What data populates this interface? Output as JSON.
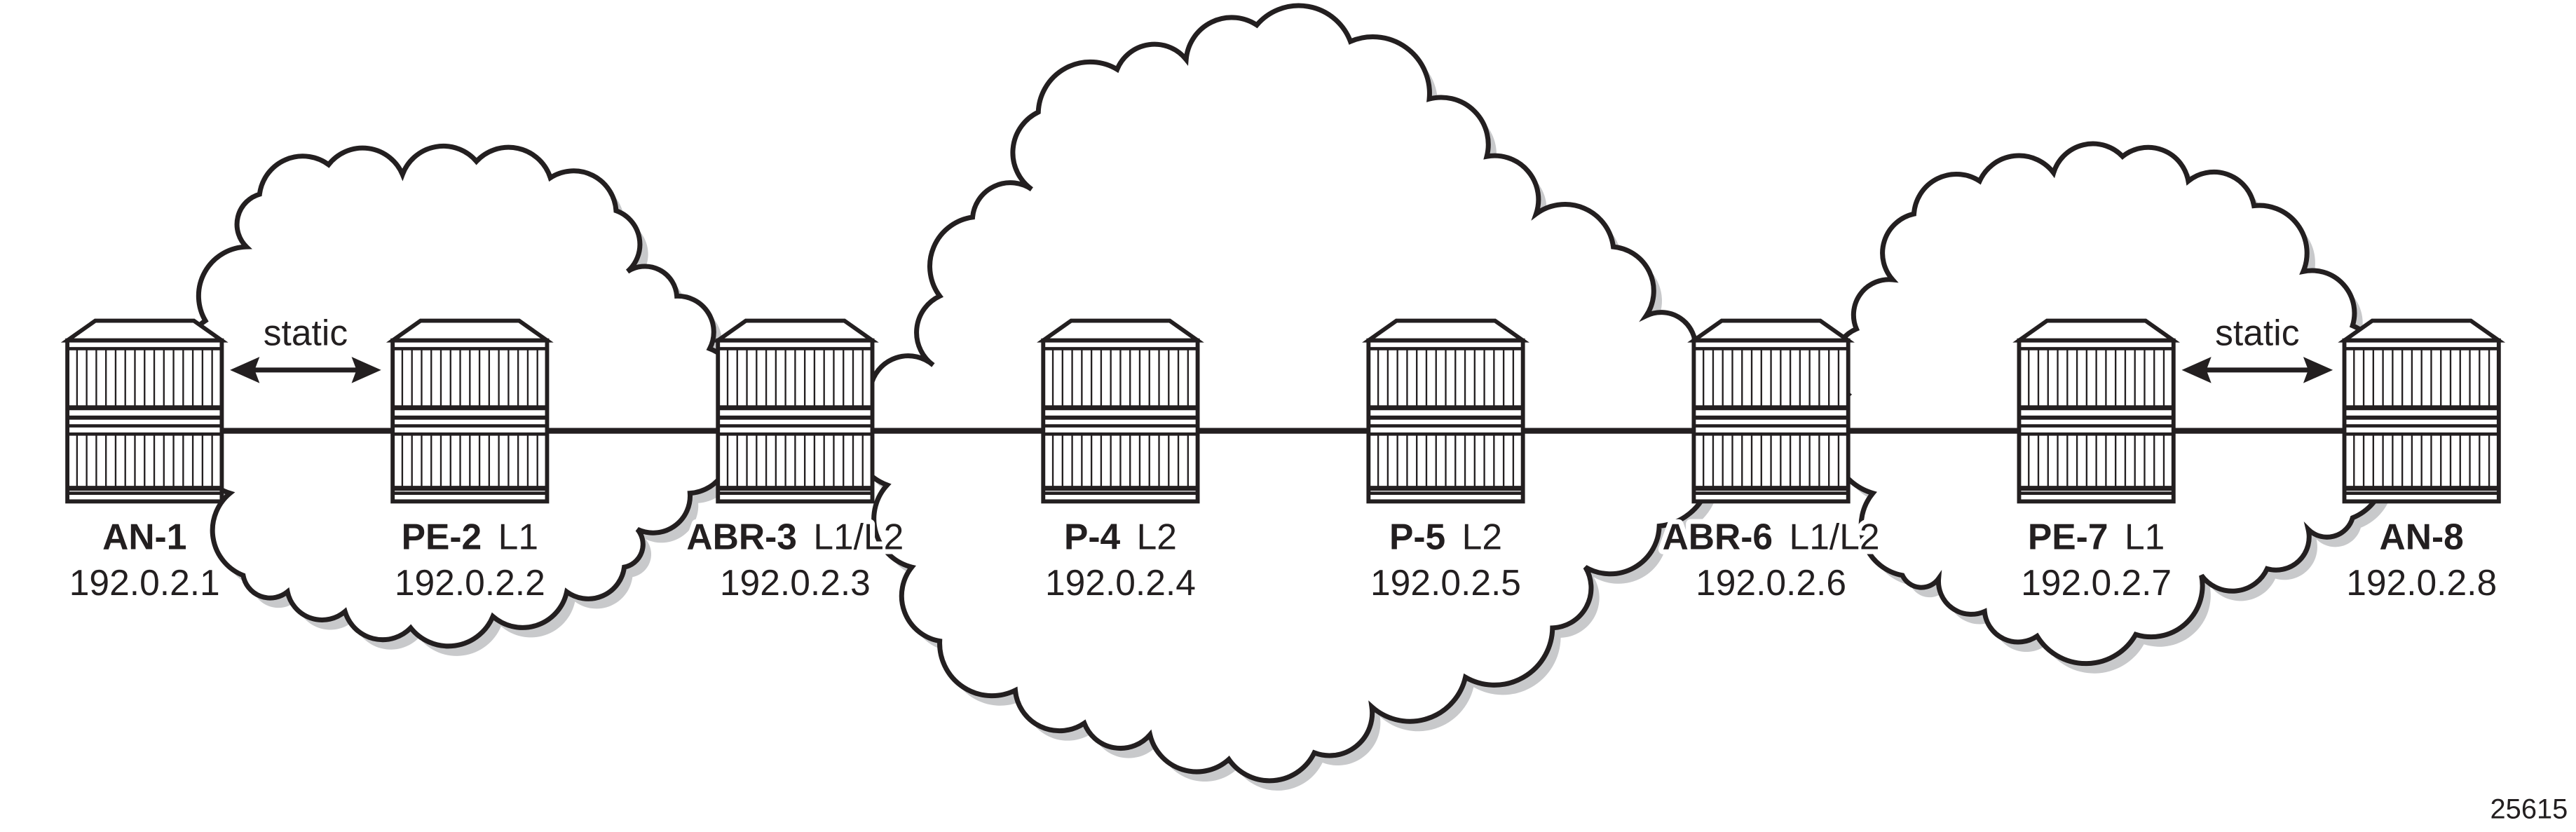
{
  "nodes": [
    {
      "name": "AN-1",
      "level": "",
      "ip": "192.0.2.1"
    },
    {
      "name": "PE-2",
      "level": "L1",
      "ip": "192.0.2.2"
    },
    {
      "name": "ABR-3",
      "level": "L1/L2",
      "ip": "192.0.2.3"
    },
    {
      "name": "P-4",
      "level": "L2",
      "ip": "192.0.2.4"
    },
    {
      "name": "P-5",
      "level": "L2",
      "ip": "192.0.2.5"
    },
    {
      "name": "ABR-6",
      "level": "L1/L2",
      "ip": "192.0.2.6"
    },
    {
      "name": "PE-7",
      "level": "L1",
      "ip": "192.0.2.7"
    },
    {
      "name": "AN-8",
      "level": "",
      "ip": "192.0.2.8"
    }
  ],
  "static_links": [
    {
      "label": "static"
    },
    {
      "label": "static"
    }
  ],
  "figure_id": "25615",
  "colors": {
    "line": "#231f20",
    "shadow": "#c8c9cb"
  }
}
